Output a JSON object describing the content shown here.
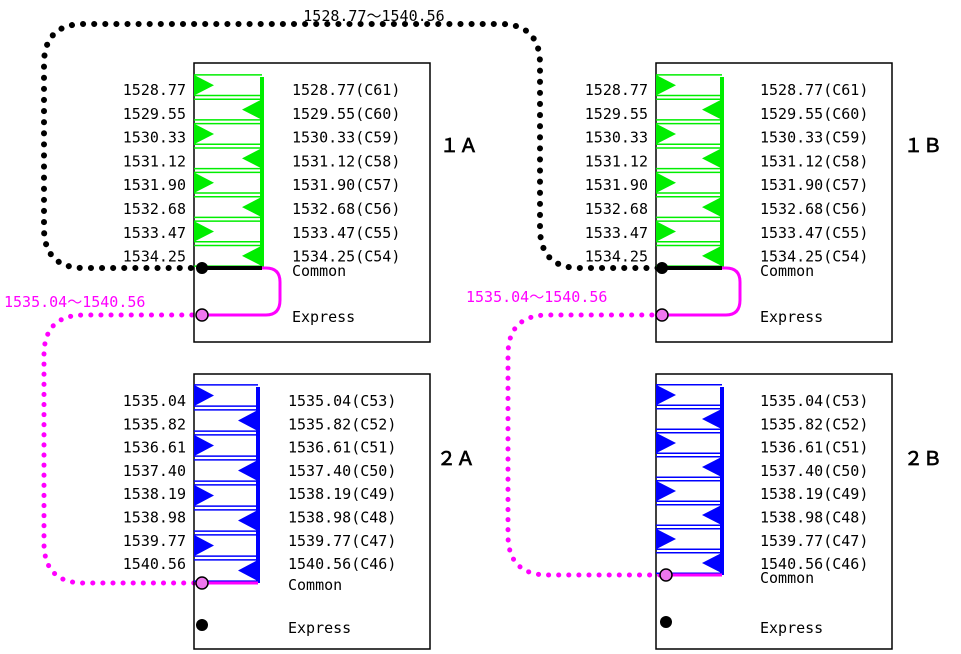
{
  "colors": {
    "green": "#00ee00",
    "blue": "#0000ff",
    "magenta": "#ff00ff",
    "black": "#000000",
    "port_fill": "#ee77ee"
  },
  "links": {
    "top_span": "1528.77～1540.56",
    "express_span_a": "1535.04～1540.56",
    "express_span_b": "1535.04～1540.56"
  },
  "modules": [
    {
      "id": "1A",
      "label": "１Ａ",
      "color": "green",
      "left_wavelengths": [
        "1528.77",
        "1529.55",
        "1530.33",
        "1531.12",
        "1531.90",
        "1532.68",
        "1533.47",
        "1534.25"
      ],
      "right_channels": [
        "1528.77(C61)",
        "1529.55(C60)",
        "1530.33(C59)",
        "1531.12(C58)",
        "1531.90(C57)",
        "1532.68(C56)",
        "1533.47(C55)",
        "1534.25(C54)"
      ],
      "common_label": "Common",
      "express_label": "Express"
    },
    {
      "id": "1B",
      "label": "１Ｂ",
      "color": "green",
      "left_wavelengths": [
        "1528.77",
        "1529.55",
        "1530.33",
        "1531.12",
        "1531.90",
        "1532.68",
        "1533.47",
        "1534.25"
      ],
      "right_channels": [
        "1528.77(C61)",
        "1529.55(C60)",
        "1530.33(C59)",
        "1531.12(C58)",
        "1531.90(C57)",
        "1532.68(C56)",
        "1533.47(C55)",
        "1534.25(C54)"
      ],
      "common_label": "Common",
      "express_label": "Express"
    },
    {
      "id": "2A",
      "label": "２Ａ",
      "color": "blue",
      "left_wavelengths": [
        "1535.04",
        "1535.82",
        "1536.61",
        "1537.40",
        "1538.19",
        "1538.98",
        "1539.77",
        "1540.56"
      ],
      "right_channels": [
        "1535.04(C53)",
        "1535.82(C52)",
        "1536.61(C51)",
        "1537.40(C50)",
        "1538.19(C49)",
        "1538.98(C48)",
        "1539.77(C47)",
        "1540.56(C46)"
      ],
      "common_label": "Common",
      "express_label": "Express"
    },
    {
      "id": "2B",
      "label": "２Ｂ",
      "color": "blue",
      "left_wavelengths": [],
      "right_channels": [
        "1535.04(C53)",
        "1535.82(C52)",
        "1536.61(C51)",
        "1537.40(C50)",
        "1538.19(C49)",
        "1538.98(C48)",
        "1539.77(C47)",
        "1540.56(C46)"
      ],
      "common_label": "Common",
      "express_label": "Express"
    }
  ]
}
